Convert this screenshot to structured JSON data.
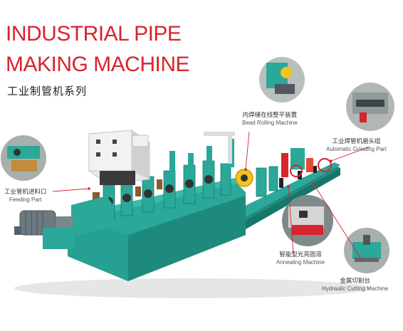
{
  "header": {
    "title_line1": "INDUSTRIAL PIPE",
    "title_line2": "MAKING MACHINE",
    "subtitle": "工业制管机系列"
  },
  "callouts": {
    "bead_rolling": {
      "zh": "内焊缝在线整平装置",
      "en": "Bead Rolling Machine"
    },
    "grinding": {
      "zh": "工业焊管机磨头组",
      "en": "Automatic Grinding Part"
    },
    "feeding": {
      "zh": "工业管机进料口",
      "en": "Feeding Part"
    },
    "annealing": {
      "zh": "智能型光亮固溶",
      "en": "Annealing Machine"
    },
    "cutting": {
      "zh": "金属切割台",
      "en": "Hydraulic Cutting Machine"
    }
  },
  "colors": {
    "title_red": "#d8242e",
    "machine_teal": "#2aa89a",
    "machine_dark_teal": "#1e8a7e",
    "leader_line_red": "#d8242e",
    "cabinet_white": "#e8e8e8"
  }
}
